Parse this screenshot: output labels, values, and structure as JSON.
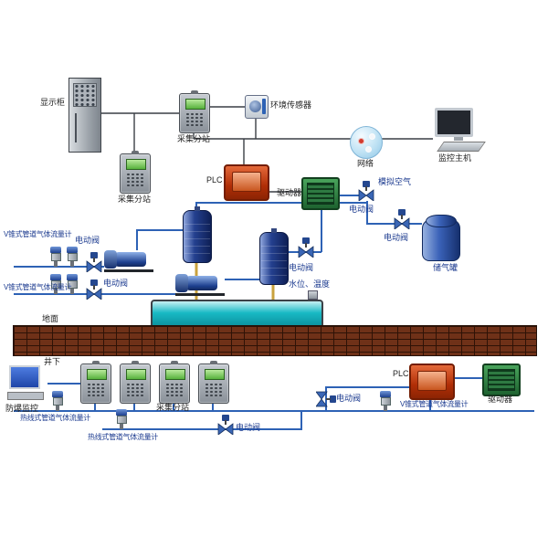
{
  "palette": {
    "pipe_blue": "#2e62b5",
    "comm_line": "#3a3f45",
    "plc_red": "#b02e06",
    "driver_green": "#2c7a3a",
    "tank_navy": "#24408f",
    "water_teal": "#18b9c4",
    "suction_yellow": "#c9a23e",
    "brick_brown": "#6f3118",
    "screen_green": "#57b23d"
  },
  "labels": {
    "display_cabinet": "显示柜",
    "collection_substation": "采集分站",
    "environment_sensor": "环境传感器",
    "network": "网络",
    "monitoring_host": "监控主机",
    "plc": "PLC",
    "driver": "驱动器",
    "electric_valve": "电动阀",
    "simulated_air": "模拟空气",
    "gas_storage_tank": "储气罐",
    "vcone_gas_flowmeter": "V锥式管道气体流量计",
    "hotwire_gas_flowmeter": "热线式管道气体流量计",
    "water_level_temperature": "水位、温度",
    "ground_surface": "地面",
    "underground": "井下",
    "explosion_proof_monitoring": "防爆监控"
  }
}
